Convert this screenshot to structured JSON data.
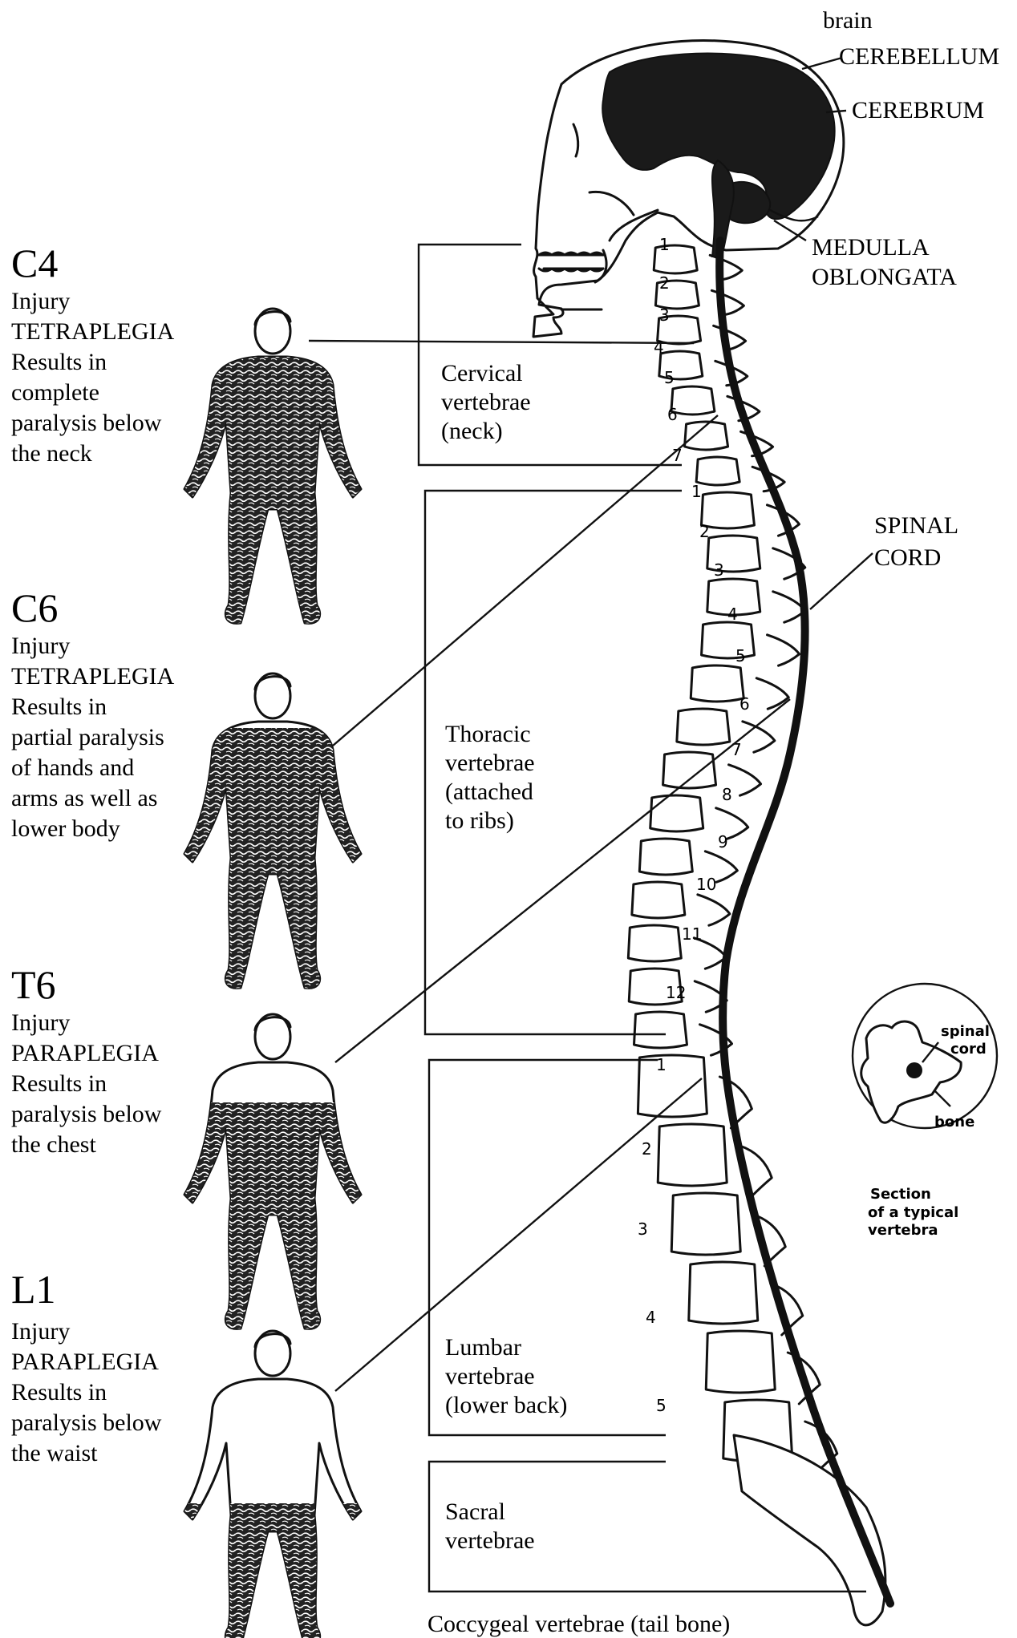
{
  "injuries": [
    {
      "level": "C4",
      "lines": [
        "Injury",
        "TETRAPLEGIA",
        "Results in",
        "complete",
        "paralysis below",
        "the neck"
      ],
      "shade": "full"
    },
    {
      "level": "C6",
      "lines": [
        "Injury",
        "TETRAPLEGIA",
        "Results in",
        "partial paralysis",
        "of hands and",
        "arms as well as",
        "lower body"
      ],
      "shade": "shoulders"
    },
    {
      "level": "T6",
      "lines": [
        "Injury",
        "PARAPLEGIA",
        "Results in",
        "paralysis below",
        "the chest"
      ],
      "shade": "chest"
    },
    {
      "level": "L1",
      "lines": [
        "Injury",
        "PARAPLEGIA",
        "Results in",
        "paralysis below",
        "the waist"
      ],
      "shade": "waist"
    }
  ],
  "regions": [
    {
      "key": "cervical",
      "lines": [
        "Cervical",
        "vertebrae",
        "(neck)"
      ]
    },
    {
      "key": "thoracic",
      "lines": [
        "Thoracic",
        "vertebrae",
        "(attached",
        "to ribs)"
      ]
    },
    {
      "key": "lumbar",
      "lines": [
        "Lumbar",
        "vertebrae",
        "(lower back)"
      ]
    },
    {
      "key": "sacral",
      "lines": [
        "Sacral",
        "vertebrae"
      ]
    },
    {
      "key": "coccygeal",
      "lines": [
        "Coccygeal vertebrae (tail bone)"
      ]
    }
  ],
  "brain_labels": {
    "brain": "brain",
    "cerebellum": "CEREBELLUM",
    "cerebrum": "CEREBRUM",
    "medulla": [
      "MEDULLA",
      "OBLONGATA"
    ],
    "spinal_cord": [
      "SPINAL",
      "CORD"
    ]
  },
  "section": {
    "spinal_cord": [
      "spinal",
      "cord"
    ],
    "bone": "bone",
    "caption": [
      "Section",
      "of a typical",
      "vertebra"
    ]
  },
  "vertebra_numbers": {
    "cervical": [
      "1",
      "2",
      "3",
      "4",
      "5",
      "6",
      "7"
    ],
    "thoracic": [
      "1",
      "2",
      "3",
      "4",
      "5",
      "6",
      "7",
      "8",
      "9",
      "10",
      "11",
      "12"
    ],
    "lumbar": [
      "1",
      "2",
      "3",
      "4",
      "5"
    ]
  }
}
